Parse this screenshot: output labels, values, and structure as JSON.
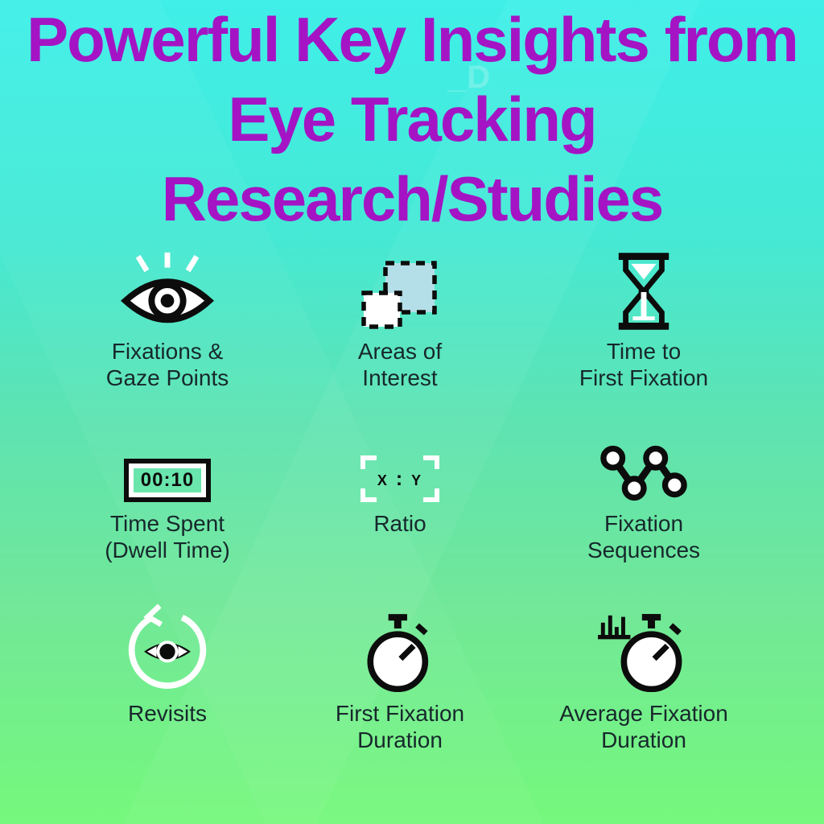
{
  "colors": {
    "bg_top": "#3FEFE8",
    "bg_bottom": "#75F87C",
    "title": "#A414C4",
    "label": "#17282C",
    "aoi_fill": "#B5DFE8",
    "icon_ink": "#0C0C0C",
    "icon_white": "#FFFFFF"
  },
  "title": {
    "lines": [
      "Powerful Key Insights from",
      "Eye Tracking",
      "Research/Studies"
    ]
  },
  "watermark": {
    "text": "_D"
  },
  "grid": {
    "items": [
      {
        "id": "fixations-gaze-points",
        "icon": "eye-rays-icon",
        "lines": [
          "Fixations &",
          "Gaze Points"
        ]
      },
      {
        "id": "areas-of-interest",
        "icon": "dashed-squares-icon",
        "lines": [
          "Areas of",
          "Interest"
        ]
      },
      {
        "id": "time-to-first-fixation",
        "icon": "hourglass-icon",
        "lines": [
          "Time to",
          "First Fixation"
        ]
      },
      {
        "id": "time-spent-dwell-time",
        "icon": "timer-display-icon",
        "icon_text": "00:10",
        "lines": [
          "Time Spent",
          "(Dwell Time)"
        ]
      },
      {
        "id": "ratio",
        "icon": "ratio-frame-icon",
        "icon_text": "x : y",
        "lines": [
          "Ratio"
        ]
      },
      {
        "id": "fixation-sequences",
        "icon": "zigzag-nodes-icon",
        "lines": [
          "Fixation",
          "Sequences"
        ]
      },
      {
        "id": "revisits",
        "icon": "eye-loop-arrow-icon",
        "lines": [
          "Revisits"
        ]
      },
      {
        "id": "first-fixation-duration",
        "icon": "stopwatch-icon",
        "lines": [
          "First Fixation",
          "Duration"
        ]
      },
      {
        "id": "average-fixation-duration",
        "icon": "stopwatch-bars-icon",
        "lines": [
          "Average Fixation",
          "Duration"
        ]
      }
    ]
  }
}
